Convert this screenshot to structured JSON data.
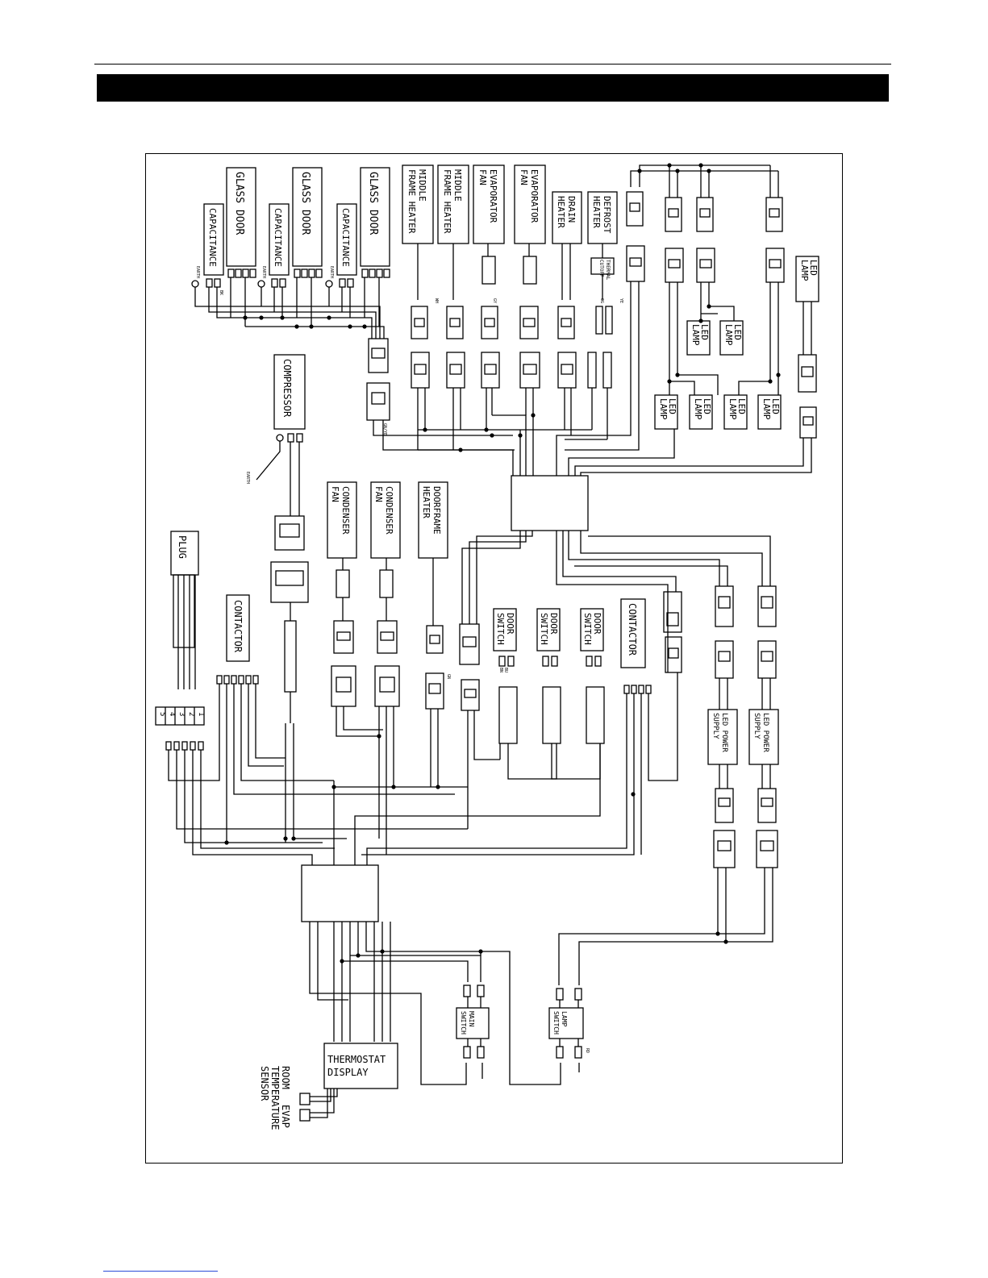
{
  "header": {
    "title": ""
  },
  "components": {
    "capacitance_1": "CAPACITANCE",
    "capacitance_2": "CAPACITANCE",
    "capacitance_3": "CAPACITANCE",
    "glass_door_1": "GLASS DOOR",
    "glass_door_2": "GLASS DOOR",
    "glass_door_3": "GLASS DOOR",
    "middle_frame_heater_1": [
      "MIDDLE",
      "FRAME HEATER"
    ],
    "middle_frame_heater_2": [
      "MIDDLE",
      "FRAME HEATER"
    ],
    "evaporator_fan_1": [
      "EVAPORATOR",
      "FAN"
    ],
    "evaporator_fan_2": [
      "EVAPORATOR",
      "FAN"
    ],
    "drain_heater": [
      "DRAIN",
      "HEATER"
    ],
    "defrost_heater": [
      "DEFROST",
      "HEATER"
    ],
    "thermal_cutoff": [
      "THERMAL",
      "CUTOFF"
    ],
    "compressor": "COMPRESSOR",
    "earth": "EARTH",
    "plug": "PLUG",
    "plug_terminals": [
      "1",
      "2",
      "3",
      "4",
      "5"
    ],
    "contactor_left": "CONTACTOR",
    "contactor_right": "CONTACTOR",
    "condenser_fan_1": [
      "CONDENSER",
      "FAN"
    ],
    "condenser_fan_2": [
      "CONDENSER",
      "FAN"
    ],
    "doorframe_heater": [
      "DOORFRAME",
      "HEATER"
    ],
    "door_switch_1": [
      "DOOR",
      "SWITCH"
    ],
    "door_switch_2": [
      "DOOR",
      "SWITCH"
    ],
    "door_switch_3": [
      "DOOR",
      "SWITCH"
    ],
    "led_lamp": [
      "LED",
      "LAMP"
    ],
    "led_power_supply": [
      "LED POWER",
      "SUPPLY"
    ],
    "main_switch": [
      "MAIN",
      "SWITCH"
    ],
    "lamp_switch": [
      "LAMP",
      "SWITCH"
    ],
    "thermostat_display": [
      "THERMOSTAT",
      "DISPLAY"
    ],
    "room_temperature_sensor": [
      "ROOM",
      "TEMPERATURE",
      "SENSOR"
    ],
    "evap": "EVAP"
  },
  "wire_colors": [
    "BK",
    "WH",
    "BU",
    "BN",
    "GY",
    "OG",
    "RD",
    "YE",
    "GN",
    "GN/YE"
  ]
}
